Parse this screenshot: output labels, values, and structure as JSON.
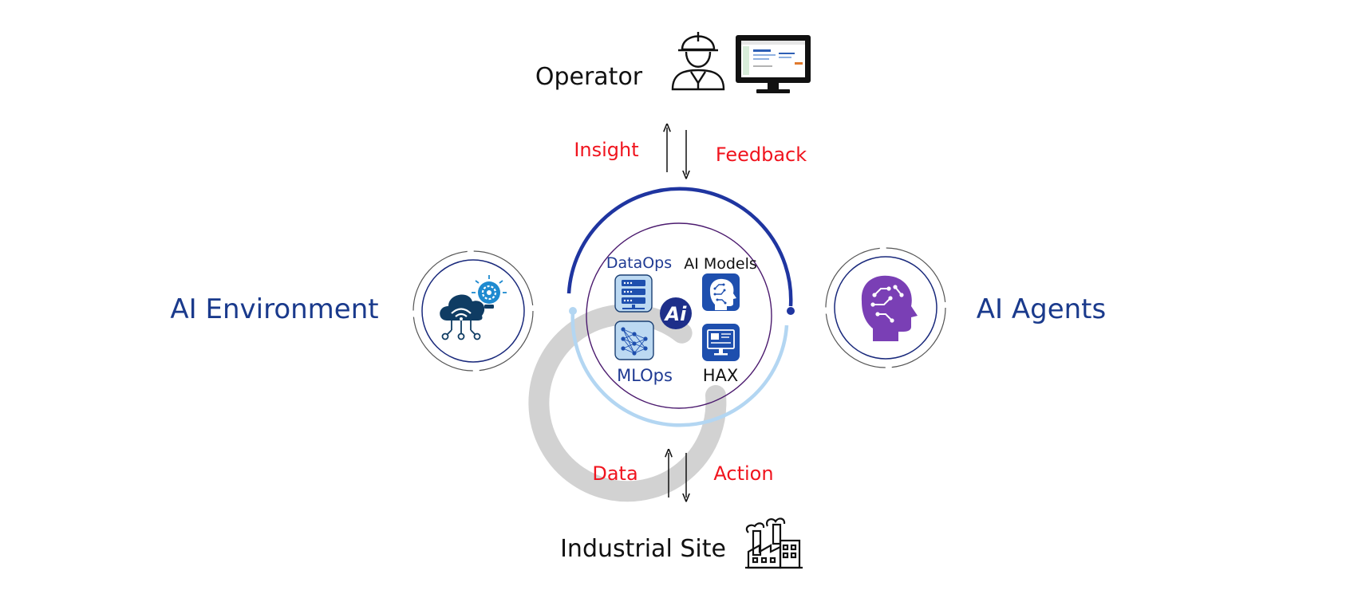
{
  "operator": {
    "label": "Operator",
    "icons": [
      "worker-helmet-icon",
      "monitor-icon"
    ]
  },
  "top_flow": {
    "up_label": "Insight",
    "down_label": "Feedback"
  },
  "left_node": {
    "label": "AI Environment",
    "icon": "cloud-gear-bulb-icon"
  },
  "right_node": {
    "label": "AI Agents",
    "icon": "ai-head-icon"
  },
  "center": {
    "logo_text": "Ai",
    "modules": {
      "dataops": "DataOps",
      "ai_models": "AI Models",
      "mlops": "MLOps",
      "hax": "HAX"
    }
  },
  "bottom_flow": {
    "up_label": "Data",
    "down_label": "Action"
  },
  "site": {
    "label": "Industrial Site",
    "icon": "factory-icon"
  },
  "colors": {
    "flow_label": "#f0141e",
    "node_label": "#1a3a8c",
    "ring_dark": "#1f35a0",
    "ring_light": "#b3d6f2",
    "ring_inner": "#4b1a6e",
    "agent_purple": "#7a3fb5"
  }
}
